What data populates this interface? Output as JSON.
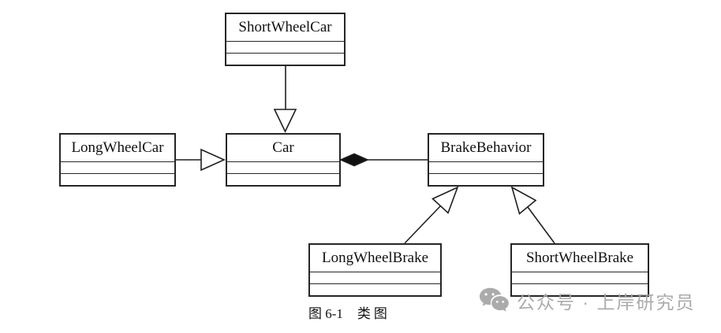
{
  "diagram": {
    "type": "uml-class-diagram",
    "classes": [
      {
        "name": "ShortWheelCar",
        "attributes": [],
        "methods": []
      },
      {
        "name": "LongWheelCar",
        "attributes": [],
        "methods": []
      },
      {
        "name": "Car",
        "attributes": [],
        "methods": []
      },
      {
        "name": "BrakeBehavior",
        "attributes": [],
        "methods": []
      },
      {
        "name": "LongWheelBrake",
        "attributes": [],
        "methods": []
      },
      {
        "name": "ShortWheelBrake",
        "attributes": [],
        "methods": []
      }
    ],
    "relationships": [
      {
        "type": "generalization",
        "from": "ShortWheelCar",
        "to": "Car"
      },
      {
        "type": "generalization",
        "from": "LongWheelCar",
        "to": "Car"
      },
      {
        "type": "composition",
        "whole": "Car",
        "part": "BrakeBehavior"
      },
      {
        "type": "generalization",
        "from": "LongWheelBrake",
        "to": "BrakeBehavior"
      },
      {
        "type": "generalization",
        "from": "ShortWheelBrake",
        "to": "BrakeBehavior"
      }
    ]
  },
  "caption": {
    "label": "图 6-1",
    "title": "类图"
  },
  "watermark": {
    "icon": "wechat-icon",
    "text": "公众号 · 上岸研究员"
  },
  "colors": {
    "line": "#1f1f1f",
    "diamond_fill": "#111111",
    "box_border": "#262626",
    "watermark_gray": "#a7a7a7",
    "background": "#ffffff"
  }
}
